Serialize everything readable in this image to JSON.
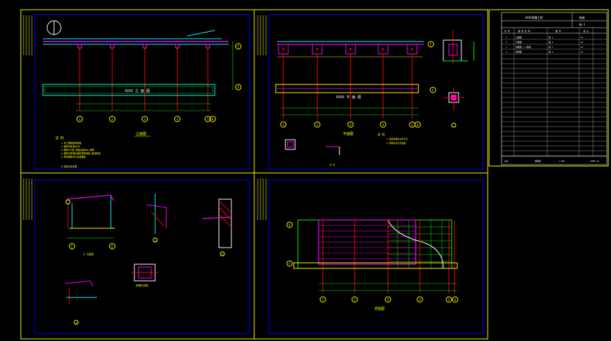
{
  "colors": {
    "background": "#000000",
    "frame": "#ffff00",
    "border": "#0000ff",
    "beam": "#ff00ff",
    "column": "#ff0000",
    "dim": "#00ff00",
    "cyan": "#00ffff",
    "white": "#ffffff"
  },
  "sheet1": {
    "title": "XXXX 立 面 图",
    "caption": "立面图",
    "notes_title": "说 明",
    "notes": [
      "1.本工程钢结构雨篷",
      "2.钢材均采用Q235",
      "3.焊条E43型,焊缝高度6mm,满焊",
      "4.钢构件除锈后刷防锈漆两道,面漆两道",
      "5.所有螺栓均为高强螺栓",
      "6.其他详见说明"
    ],
    "axes": [
      "1",
      "2",
      "3",
      "4",
      "5",
      "6"
    ],
    "row_axes": [
      "F",
      "E"
    ]
  },
  "sheet2": {
    "title": "XXXX 平 面 图",
    "caption": "平面图",
    "notes_title": "说 明",
    "notes": [
      "1.雨篷预埋件详见节点",
      "2.预埋件标高见剖面"
    ],
    "section_label": "A-A",
    "axes": [
      "1",
      "2",
      "3",
      "4",
      "5",
      "6"
    ],
    "row_axes": [
      "F",
      "E"
    ]
  },
  "sheet3": {
    "section_caption": "1-1剖面",
    "node_caption": "预埋件详图",
    "detail_numbers": [
      "1",
      "2",
      "3"
    ],
    "axes": [
      "F",
      "E"
    ]
  },
  "sheet4": {
    "caption": "顶视图",
    "axes": [
      "1",
      "2",
      "3",
      "4",
      "5",
      "6"
    ],
    "row_axes": [
      "E",
      "F"
    ]
  },
  "title_block": {
    "header": "XXXX雨篷工程",
    "sheet_label": "结施",
    "sheet_no": "结-1",
    "columns": [
      "序 号",
      "图 纸 名 称",
      "图 号",
      "备 注"
    ],
    "rows": [
      [
        "1",
        "立面图",
        "结-1",
        "A2"
      ],
      [
        "2",
        "平面图",
        "结-2",
        "A2"
      ],
      [
        "3",
        "剖面图 1-1剖面",
        "结-3",
        "A2"
      ],
      [
        "4",
        "顶视图",
        "结-4",
        "A2"
      ]
    ],
    "footer_left": "设计",
    "footer_mid": "钢雨篷",
    "footer_scale": "1:100",
    "footer_date": "2008.10"
  }
}
